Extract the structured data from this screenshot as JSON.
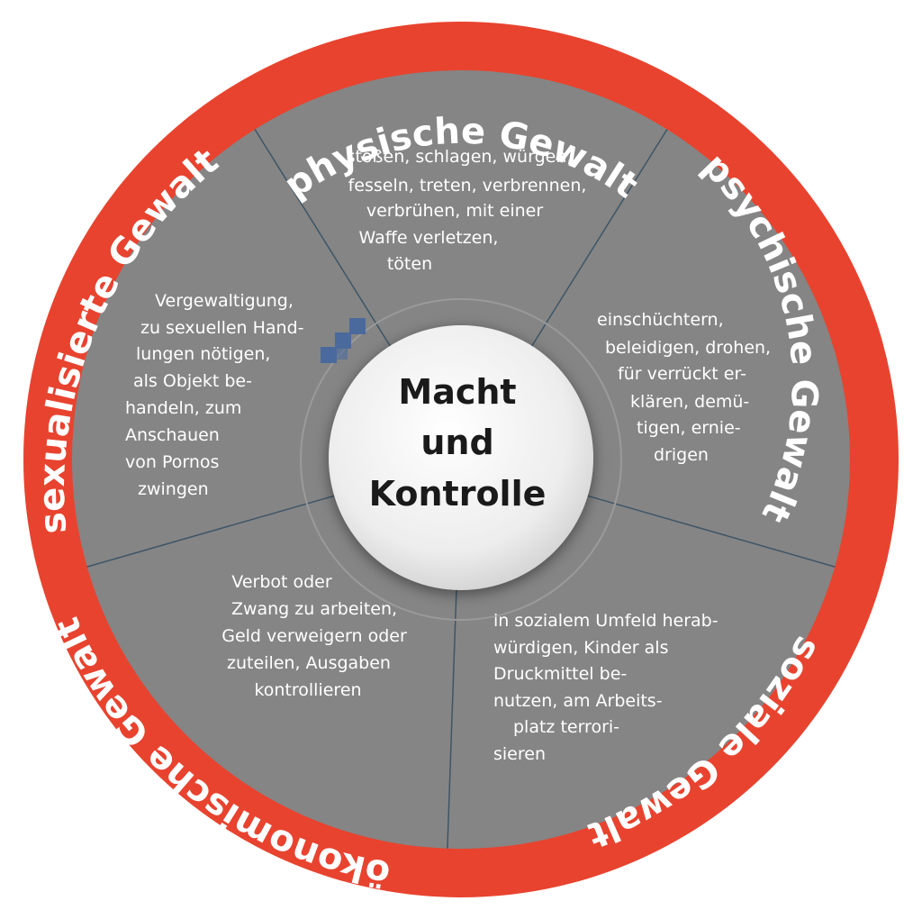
{
  "center": {
    "lines": [
      "Macht",
      "und",
      "Kontrolle"
    ]
  },
  "segments": [
    {
      "id": "physische",
      "title": "physische Gewalt",
      "lines": [
        "stoßen, schlagen, würgen,",
        "fesseln, treten, verbrennen,",
        "verbrühen, mit einer",
        "Waffe verletzen,",
        "töten"
      ]
    },
    {
      "id": "psychische",
      "title": "psychische Gewalt",
      "lines": [
        "einschüchtern,",
        "beleidigen, drohen,",
        "für verrückt er-",
        "klären, demü-",
        "tigen, ernie-",
        "drigen"
      ]
    },
    {
      "id": "soziale",
      "title": "soziale Gewalt",
      "lines": [
        "in sozialem Umfeld herab-",
        "würdigen, Kinder als",
        "Druckmittel be-",
        "nutzen, am Arbeits-",
        "platz terrori-",
        "sieren"
      ]
    },
    {
      "id": "oekonomische",
      "title": "ökonomische Gewalt",
      "lines": [
        "Verbot oder",
        "Zwang zu arbeiten,",
        "Geld verweigern oder",
        "zuteilen, Ausgaben",
        "kontrollieren"
      ]
    },
    {
      "id": "sexualisierte",
      "title": "sexualisierte Gewalt",
      "lines": [
        "Vergewaltigung,",
        "zu sexuellen Hand-",
        "lungen nötigen,",
        "als Objekt be-",
        "handeln, zum",
        "Anschauen",
        "von Pornos",
        "zwingen"
      ]
    }
  ],
  "colors": {
    "ring": "#e8432f",
    "segment": "#858585",
    "divider": "#3e5566",
    "center": "#f2f2f2",
    "accent_squares": "#4a6a9e"
  }
}
